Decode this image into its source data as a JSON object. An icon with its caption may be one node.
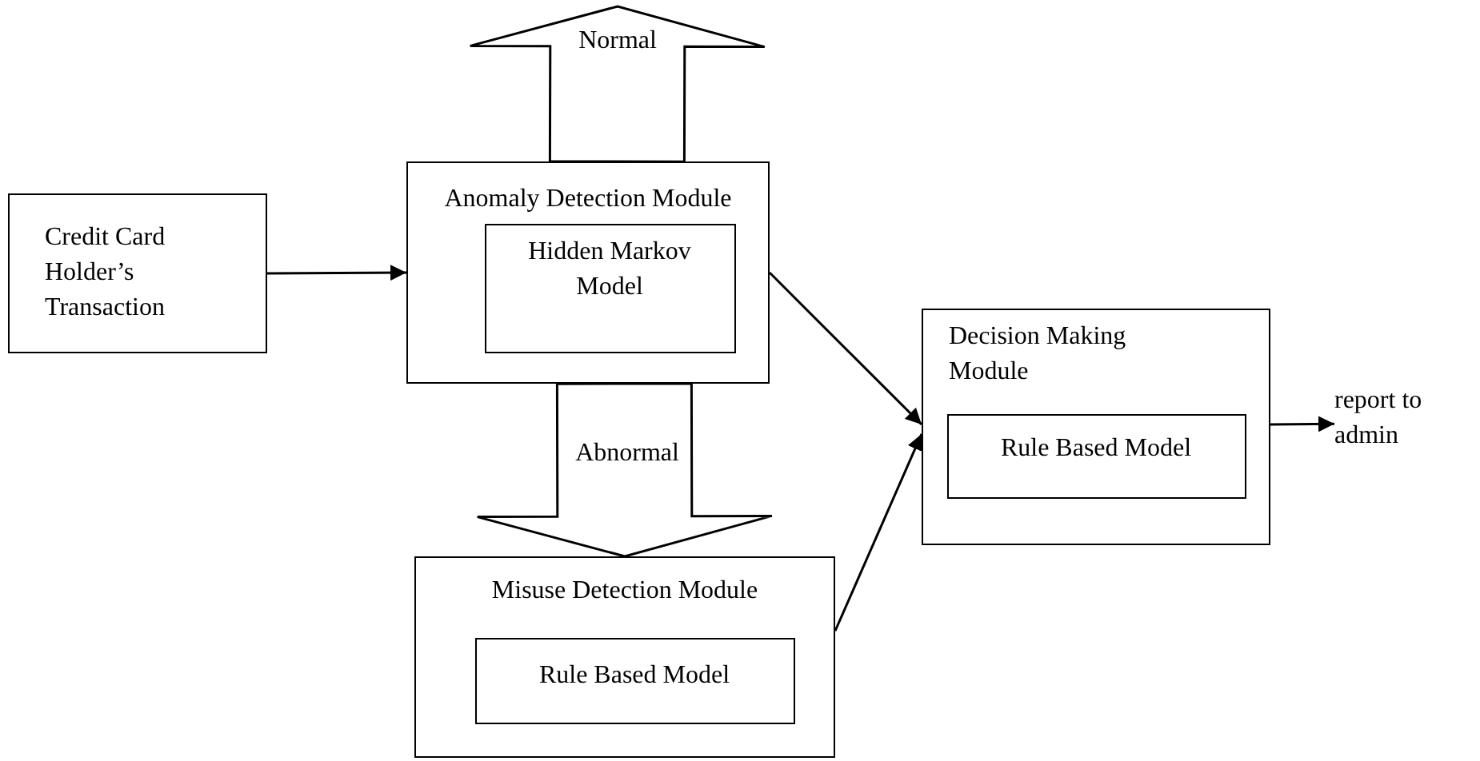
{
  "diagram": {
    "nodes": [
      {
        "text": [
          "Credit Card Holder’s Transaction"
        ]
      },
      {
        "text": [
          "Anomaly Detection Module"
        ]
      },
      {
        "text": [
          "Hidden Markov Model"
        ],
        "in": 1
      },
      {
        "text": [
          "Misuse Detection Module"
        ]
      },
      {
        "text": [
          "Rule Based Model"
        ],
        "in": 3
      },
      {
        "text": [
          "Decision Making Module"
        ]
      },
      {
        "text": [
          "Rule Based Model"
        ],
        "in": 5
      },
      {
        "text": [
          "report to admin"
        ]
      }
    ],
    "edges": [
      {
        "from": 0,
        "to": 1,
        "arrow": "to"
      },
      {
        "from": 1,
        "to": null,
        "arrow": "to",
        "label": "Normal",
        "style": "thick"
      },
      {
        "from": 1,
        "to": 3,
        "arrow": "to",
        "label": "Abnormal",
        "style": "thick"
      },
      {
        "from": 1,
        "to": 5,
        "arrow": "to"
      },
      {
        "from": 3,
        "to": 5,
        "arrow": "to"
      },
      {
        "from": 5,
        "to": 7,
        "arrow": "to"
      }
    ]
  }
}
